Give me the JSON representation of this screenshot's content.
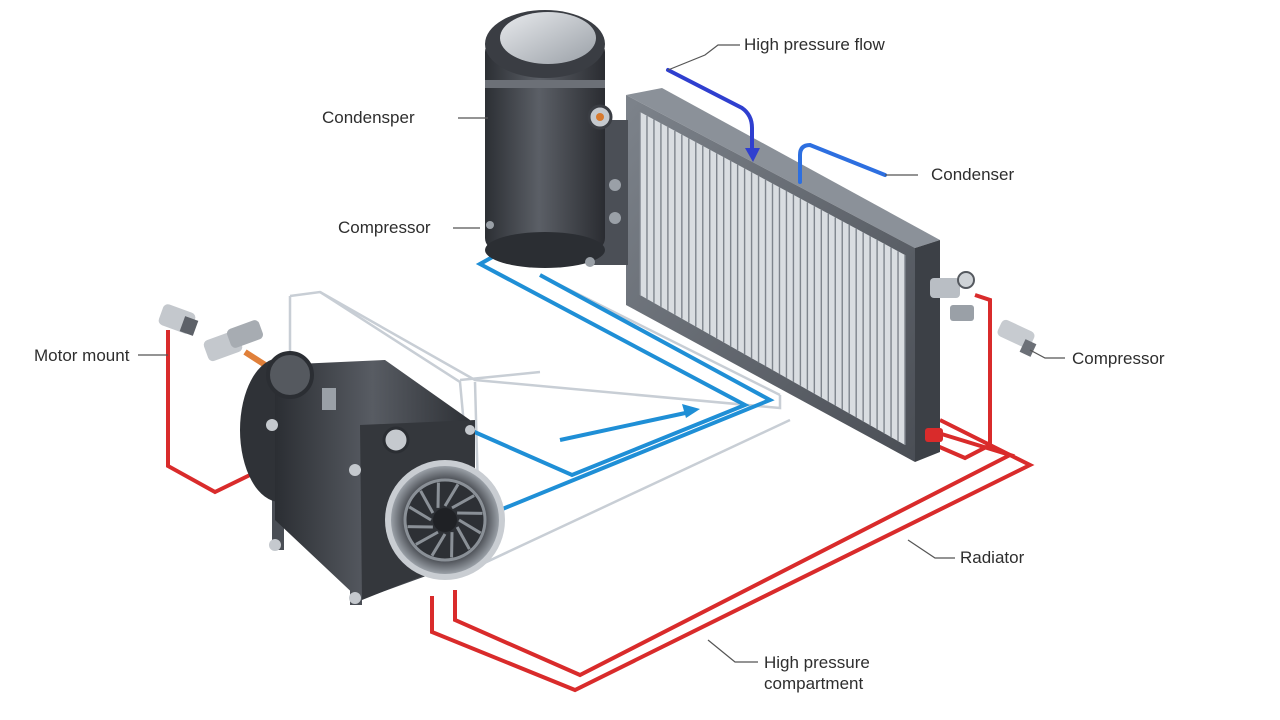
{
  "labels": {
    "high_pressure_flow": "High pressure flow",
    "condenser_top": "Condensper",
    "compressor_small": "Compressor",
    "condenser_right": "Condenser",
    "motor_mount": "Motor mount",
    "compressor_right": "Compressor",
    "radiator": "Radiator",
    "high_pressure_line_1": "High pressure",
    "high_pressure_line_2": "compartment"
  },
  "colors": {
    "high_pressure_line": "#d92b2b",
    "low_pressure_line": "#1f8fd6",
    "inlet_arrow": "#2f3fcf",
    "housing_outline": "#c4ccd4",
    "metal_dark": "#3b3e44",
    "metal_mid": "#5d6168",
    "radiator_fin": "#9aa0a8"
  },
  "icons": {
    "compressor_top": "accumulator-canister-icon",
    "compressor_clutch": "compressor-clutch-icon",
    "radiator": "radiator-core-icon",
    "fitting": "hose-fitting-icon"
  }
}
